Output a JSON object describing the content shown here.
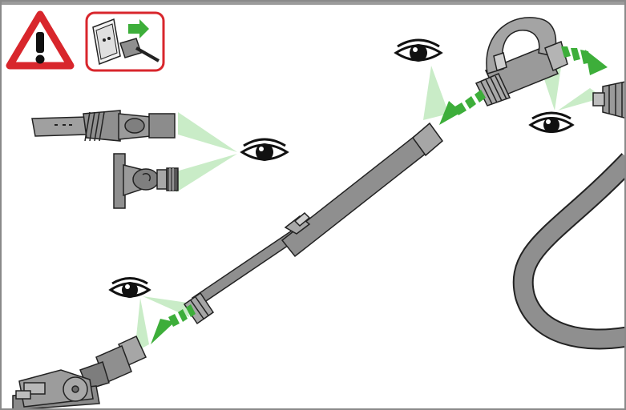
{
  "colors": {
    "frame": "#8a8a8a",
    "top_band": "#9b9b9b",
    "warning_red": "#d8262c",
    "arrow_green": "#3dae3a",
    "sight_green": "#c9ecc7",
    "tool_grey": "#8f8f8f",
    "tool_dark": "#4a4a4a",
    "outline": "#222222"
  },
  "icons": {
    "warning": "warning-triangle-icon",
    "unplug": "unplug-from-socket-icon",
    "inspect": "eye-icon",
    "direction": "dashed-arrow-icon"
  },
  "steps": [
    {
      "id": "tools",
      "action": "inspect"
    },
    {
      "id": "handle-to-wand",
      "action": "detach-and-inspect"
    },
    {
      "id": "handle-to-hose",
      "action": "detach-and-inspect"
    },
    {
      "id": "wand-to-floorhead",
      "action": "detach-and-inspect"
    }
  ]
}
